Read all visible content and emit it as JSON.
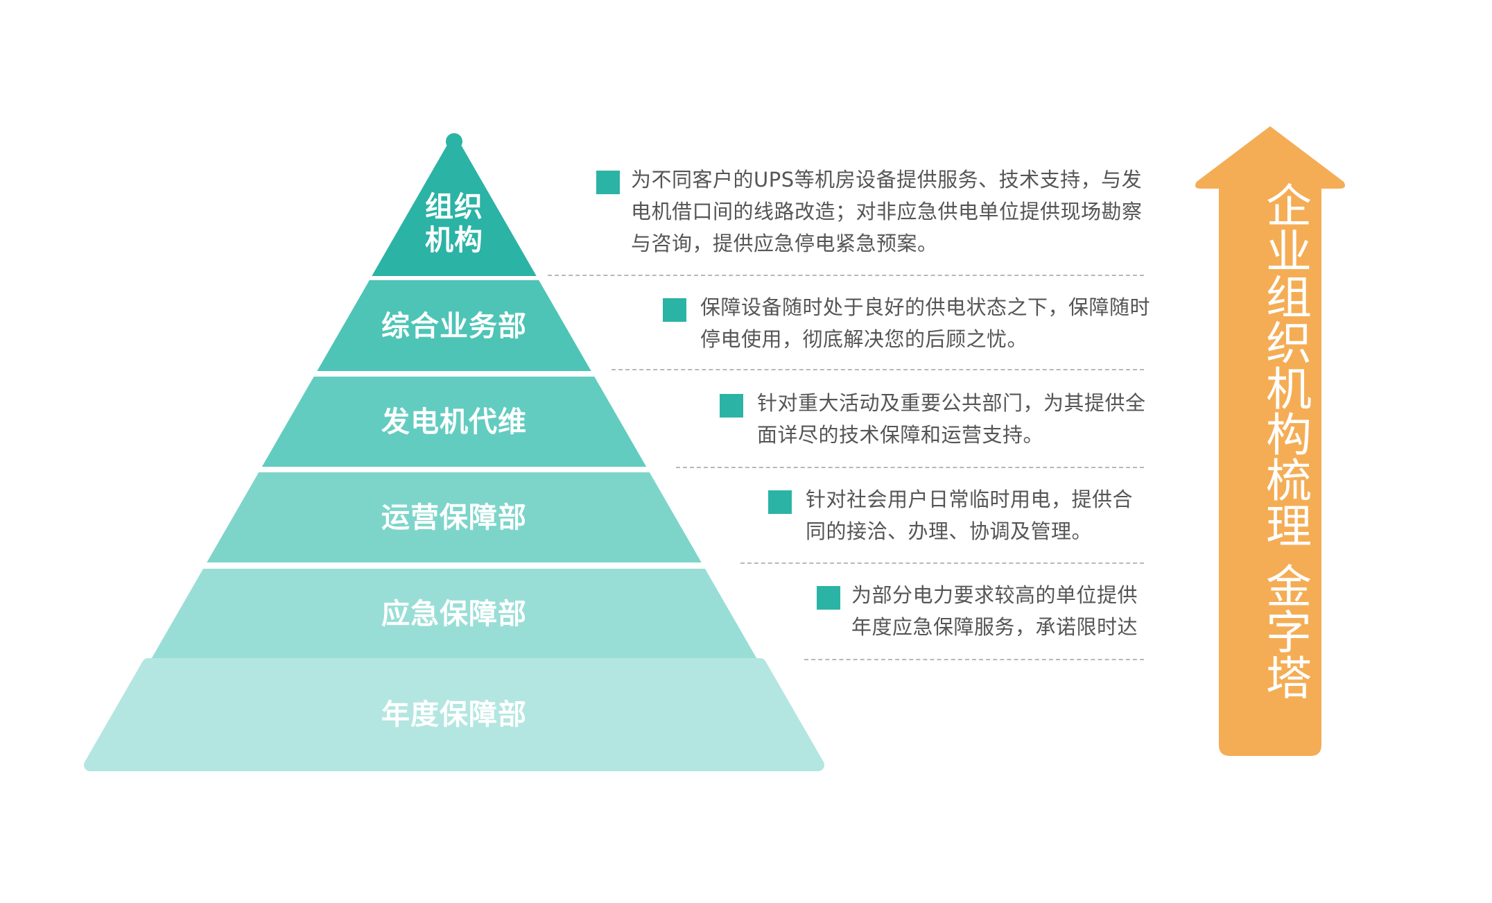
{
  "pyramid": {
    "tiers": [
      {
        "label": "组织\n机构",
        "color": "#2bb3a5"
      },
      {
        "label": "综合业务部",
        "color": "#4ec4b6"
      },
      {
        "label": "发电机代维",
        "color": "#63ccc0"
      },
      {
        "label": "运营保障部",
        "color": "#7dd5ca"
      },
      {
        "label": "应急保障部",
        "color": "#99ded6"
      },
      {
        "label": "年度保障部",
        "color": "#b3e6e0"
      }
    ]
  },
  "descriptions": [
    {
      "lines": [
        "为不同客户的UPS等机房设备提供服务、技术支持，与发",
        "电机借口间的线路改造；对非应急供电单位提供现场勘察",
        "与咨询，提供应急停电紧急预案。"
      ]
    },
    {
      "lines": [
        "保障设备随时处于良好的供电状态之下，保障随时",
        "停电使用，彻底解决您的后顾之忧。"
      ]
    },
    {
      "lines": [
        "针对重大活动及重要公共部门，为其提供全",
        "面详尽的技术保障和运营支持。"
      ]
    },
    {
      "lines": [
        "针对社会用户日常临时用电，提供合",
        "同的接洽、办理、协调及管理。"
      ]
    },
    {
      "lines": [
        "为部分电力要求较高的单位提供",
        "年度应急保障服务，承诺限时达"
      ]
    }
  ],
  "arrow": {
    "title": "企业组织机构梳理 金字塔",
    "color": "#f4ad55"
  },
  "colors": {
    "bullet": "#2bb3a5",
    "text": "#555555",
    "divider": "#b8b8b8"
  }
}
